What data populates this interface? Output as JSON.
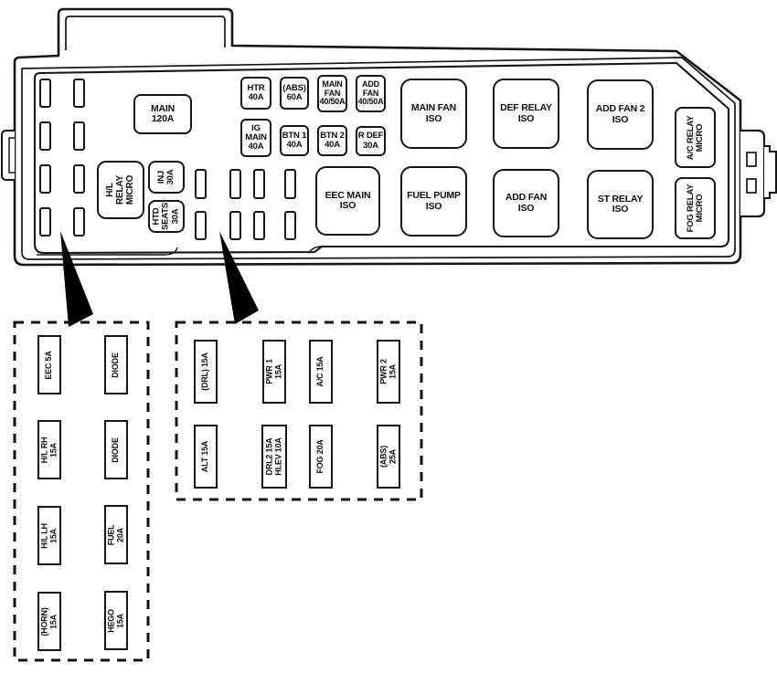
{
  "panel": {
    "main_fuse": "MAIN\n120A",
    "hl_relay": "H/L\nRELAY\nMICRO",
    "inj": "INJ\n30A",
    "htd_seats": "HTD\nSEATS\n30A",
    "small_fuses_row1": [
      "HTR\n40A",
      "(ABS)\n60A",
      "MAIN\nFAN\n40/50A",
      "ADD\nFAN\n40/50A"
    ],
    "small_fuses_row2": [
      "IG\nMAIN\n40A",
      "BTN 1\n40A",
      "BTN 2\n40A",
      "R DEF\n30A"
    ],
    "iso_row1": [
      "MAIN FAN\nISO",
      "DEF RELAY\nISO",
      "ADD FAN 2\nISO"
    ],
    "iso_row2": [
      "EEC MAIN\nISO",
      "FUEL PUMP\nISO",
      "ADD FAN\nISO",
      "ST RELAY\nISO"
    ],
    "micro_right": [
      "A/C RELAY\nMICRO",
      "FOG RELAY\nMICRO"
    ]
  },
  "detail_left": {
    "col1": [
      "EEC 5A",
      "H/L RH\n15A",
      "H/L LH\n15A",
      "(HORN)\n15A"
    ],
    "col2": [
      "DIODE",
      "DIODE",
      "FUEL\n20A",
      "HEGO\n15A"
    ]
  },
  "detail_mid": {
    "row1": [
      "(DRL) 15A",
      "PWR 1\n15A",
      "A/C 15A",
      "PWR 2\n15A"
    ],
    "row2": [
      "ALT 15A",
      "DRL2 15A\nHLEV 10A",
      "FOG 20A",
      "(ABS)\n25A"
    ]
  },
  "colors": {
    "line": "#161616",
    "fill": "#ffffff",
    "wedge": "#000000"
  }
}
